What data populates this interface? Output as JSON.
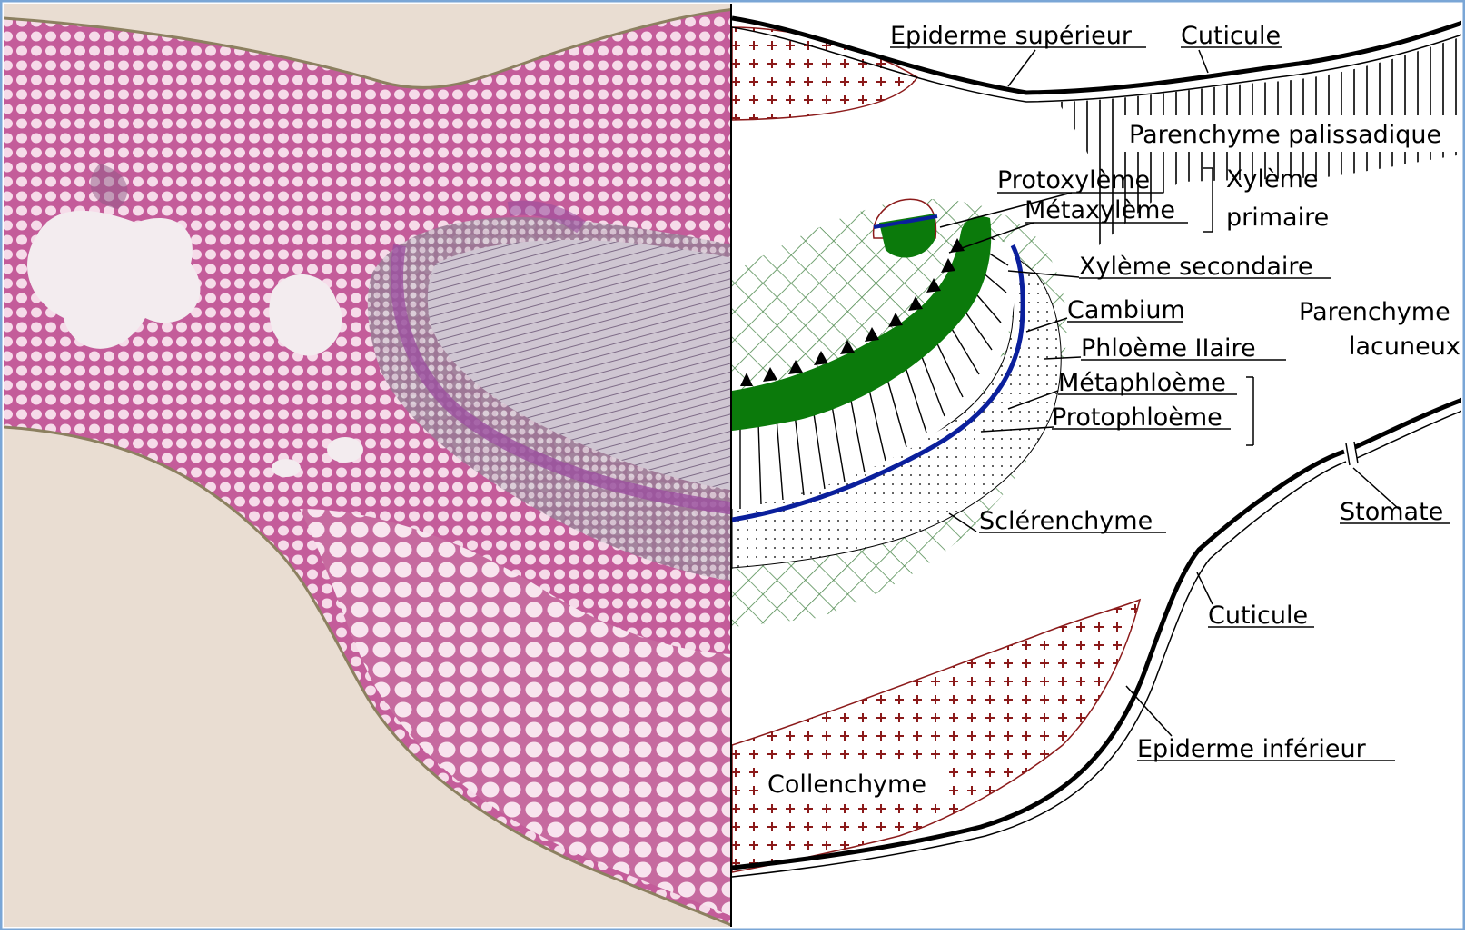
{
  "labels": {
    "epiderme_superieur": "Epiderme supérieur",
    "cuticule_top": "Cuticule",
    "parenchyme_palissadique": "Parenchyme palissadique",
    "protoxyleme": "Protoxylème",
    "metaxyleme": "Métaxylème",
    "xyleme": "Xylème",
    "primaire": "primaire",
    "xyleme_secondaire": "Xylème secondaire",
    "cambium": "Cambium",
    "parenchyme": "Parenchyme",
    "lacuneux": "lacuneux",
    "phloeme_iiaire": "Phloème IIaire",
    "metaphloeme": "Métaphloème",
    "protophloeme": "Protophloème",
    "sclerenchyme": "Sclérenchyme",
    "stomate": "Stomate",
    "cuticule_bottom": "Cuticule",
    "collenchyme": "Collenchyme",
    "epiderme_inferieur": "Epiderme inférieur"
  },
  "colors": {
    "frame_border": "#7aa6d6",
    "micro_background": "#e9ddd2",
    "tissue_pink": "#d98ab7",
    "cell_wall": "#a9447f",
    "xylem_green": "#0b7a0b",
    "cambium_blue": "#0a1f9c",
    "collenchyme_red": "#8b1a1a",
    "sclerenchyme_green": "#3c7a3c"
  }
}
